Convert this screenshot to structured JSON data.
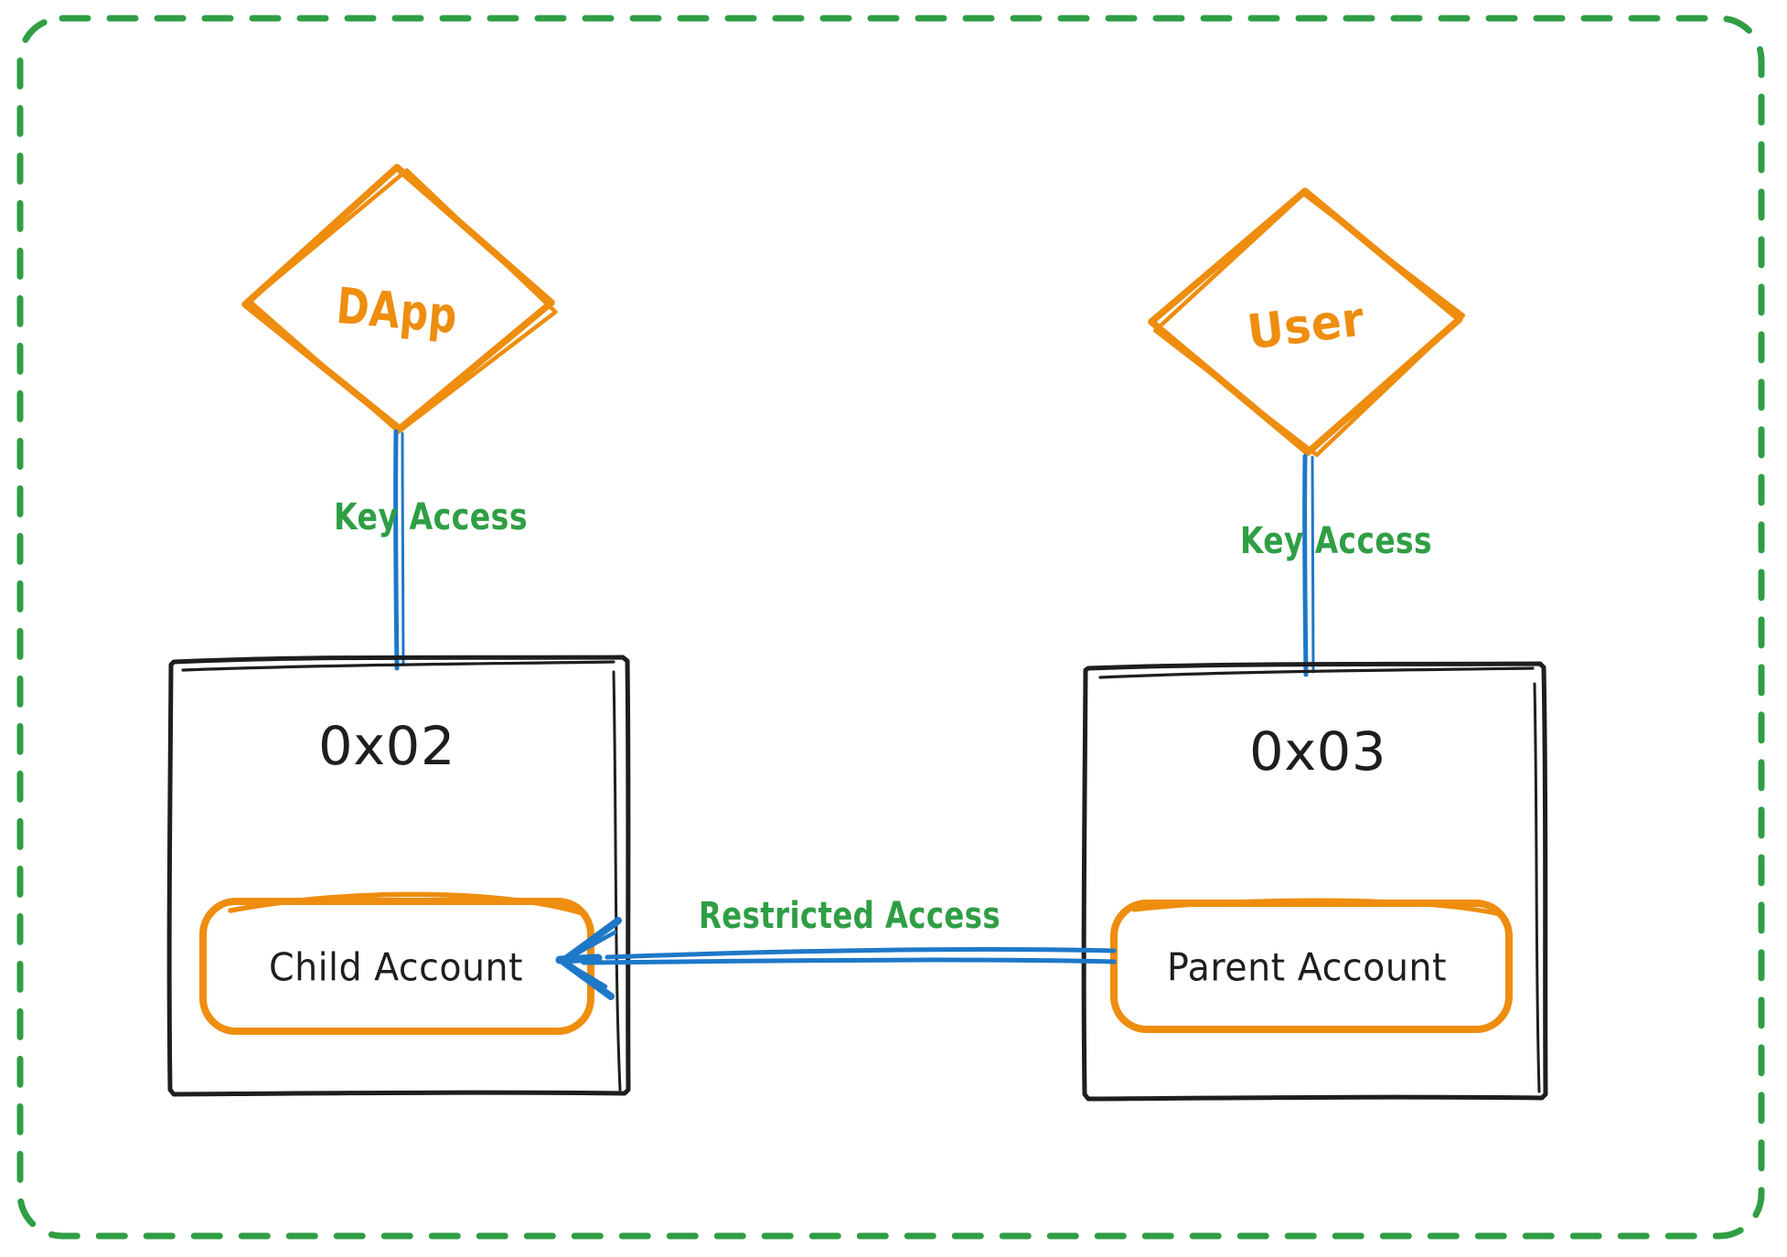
{
  "colors": {
    "bg": "#ffffff",
    "ink": "#1e1e1e",
    "orange": "#ee8d0e",
    "yellow": "#ffd43b",
    "yellow_light": "#ffe8a3",
    "blue": "#1e78c8",
    "green": "#2f9e44"
  },
  "canvas": {
    "border_style": "dashed",
    "border_color": "#2f9e44"
  },
  "nodes": {
    "dapp": {
      "label": "DApp",
      "shape": "diamond"
    },
    "user": {
      "label": "User",
      "shape": "diamond"
    },
    "wallet_0x02": {
      "address": "0x02",
      "account": "Child Account"
    },
    "wallet_0x03": {
      "address": "0x03",
      "account": "Parent Account"
    }
  },
  "edges": {
    "dapp_to_0x02": {
      "label": "Key Access"
    },
    "user_to_0x03": {
      "label": "Key Access"
    },
    "parent_to_child": {
      "label": "Restricted Access",
      "direction": "right-to-left"
    }
  }
}
